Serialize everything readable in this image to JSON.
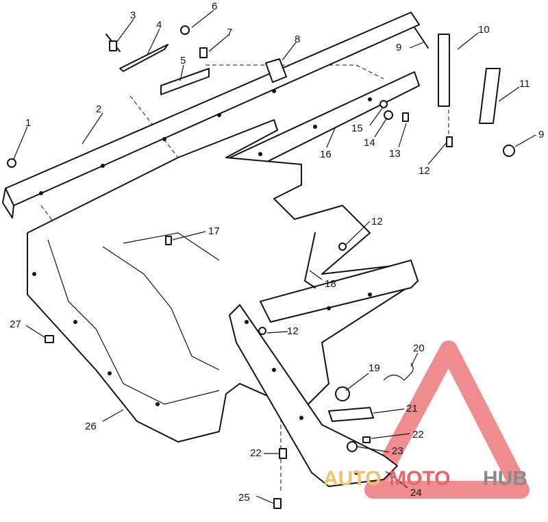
{
  "callouts": [
    {
      "id": "1",
      "label": "1"
    },
    {
      "id": "2",
      "label": "2"
    },
    {
      "id": "3",
      "label": "3"
    },
    {
      "id": "4",
      "label": "4"
    },
    {
      "id": "5",
      "label": "5"
    },
    {
      "id": "6",
      "label": "6"
    },
    {
      "id": "7",
      "label": "7"
    },
    {
      "id": "8",
      "label": "8"
    },
    {
      "id": "9a",
      "label": "9"
    },
    {
      "id": "9b",
      "label": "9"
    },
    {
      "id": "10",
      "label": "10"
    },
    {
      "id": "11",
      "label": "11"
    },
    {
      "id": "12a",
      "label": "12"
    },
    {
      "id": "12b",
      "label": "12"
    },
    {
      "id": "12c",
      "label": "12"
    },
    {
      "id": "13",
      "label": "13"
    },
    {
      "id": "14",
      "label": "14"
    },
    {
      "id": "15",
      "label": "15"
    },
    {
      "id": "16",
      "label": "16"
    },
    {
      "id": "17",
      "label": "17"
    },
    {
      "id": "18",
      "label": "18"
    },
    {
      "id": "19",
      "label": "19"
    },
    {
      "id": "20",
      "label": "20"
    },
    {
      "id": "21",
      "label": "21"
    },
    {
      "id": "22a",
      "label": "22"
    },
    {
      "id": "22b",
      "label": "22"
    },
    {
      "id": "23",
      "label": "23"
    },
    {
      "id": "24",
      "label": "24"
    },
    {
      "id": "25",
      "label": "25"
    },
    {
      "id": "26",
      "label": "26"
    },
    {
      "id": "27",
      "label": "27"
    }
  ],
  "watermark": {
    "part1": "AUTO",
    "part2": "MOTO",
    "part3": "HUB",
    "color_gold": "#f2c26a",
    "color_red": "#e8656a",
    "color_gray": "#8a8a8a"
  }
}
